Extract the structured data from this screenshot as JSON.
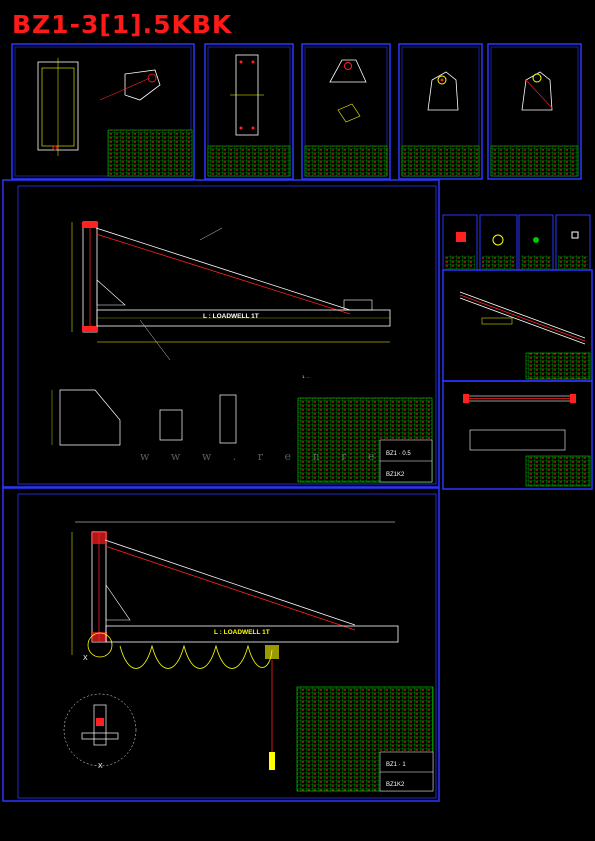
{
  "title": "BZ1-3[1].5KBK",
  "colors": {
    "background": "#000000",
    "title": "#ff1a1a",
    "frame": "#2a35ff",
    "line": "#ffffff",
    "accent": "#ffff00",
    "table_green": "#00c800",
    "part_red": "#ff2020"
  },
  "drawings": {
    "main1": {
      "beam_label": "L : LOADWELL 1T"
    },
    "main2": {
      "beam_label": "L : LOADWELL 1T",
      "detail_mark": "X"
    }
  },
  "watermark": "w w w . r e n r e"
}
